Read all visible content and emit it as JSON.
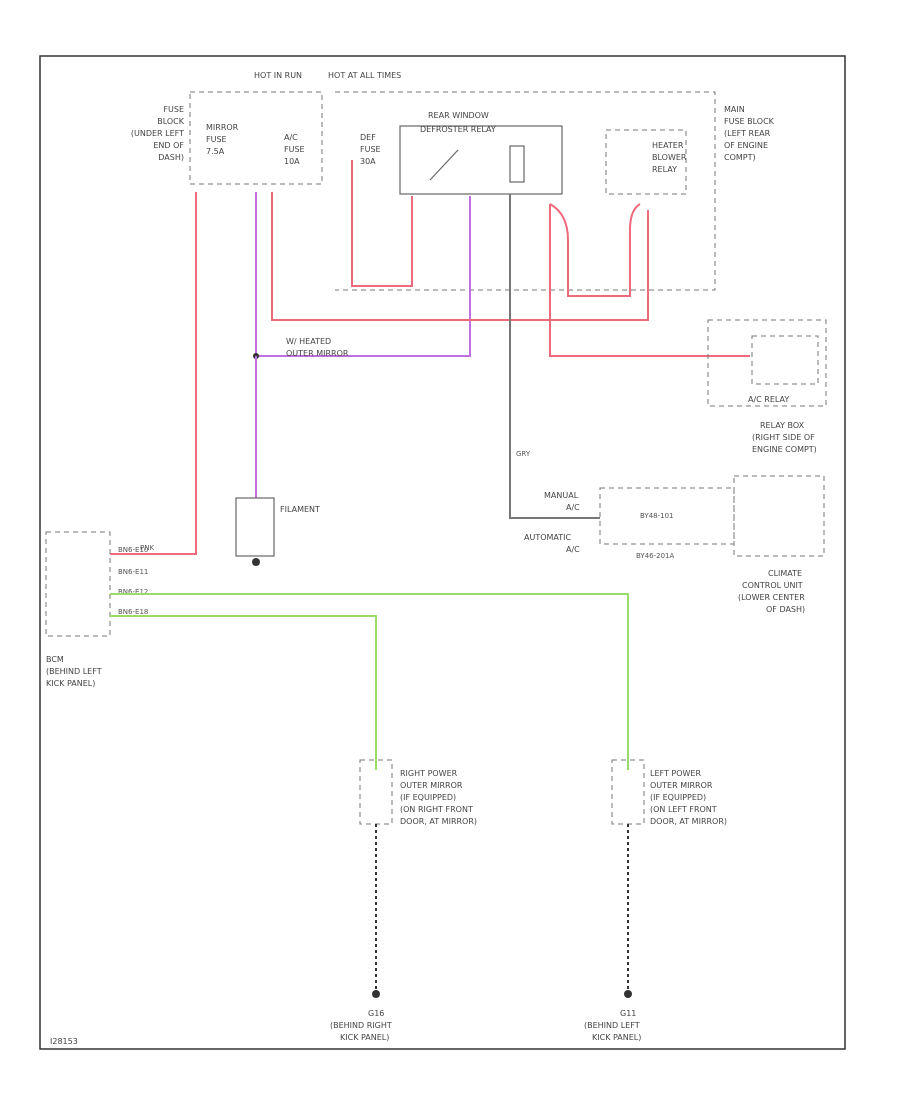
{
  "diagram": {
    "id": "I28153",
    "hot_in_run": "HOT IN RUN",
    "hot_at_all_times": "HOT AT ALL TIMES",
    "fuse_block": "FUSE BLOCK (UNDER LEFT END OF DASH)",
    "fuse_block_lines": [
      "FUSE",
      "BLOCK",
      "(UNDER LEFT",
      "END OF",
      "DASH)"
    ],
    "mirror_fuse": [
      "MIRROR",
      "FUSE",
      "7.5A"
    ],
    "ac_fuse": [
      "A/C",
      "FUSE",
      "10A"
    ],
    "def_fuse": [
      "DEF",
      "FUSE",
      "30A"
    ],
    "rear_window_relay": [
      "REAR WINDOW",
      "DEFROSTER RELAY"
    ],
    "heater_blower_relay": [
      "HEATER",
      "BLOWER",
      "RELAY"
    ],
    "main_fuse_block": [
      "MAIN",
      "FUSE BLOCK",
      "(LEFT REAR",
      "OF ENGINE",
      "COMPT)"
    ],
    "heated_outer_mirror": [
      "W/ HEATED",
      "OUTER MIRROR"
    ],
    "ac_relay": "A/C RELAY",
    "relay_box": [
      "RELAY BOX",
      "(RIGHT SIDE OF",
      "ENGINE COMPT)"
    ],
    "filament": "FILAMENT",
    "manual_ac": [
      "MANUAL",
      "A/C"
    ],
    "automatic_ac": [
      "AUTOMATIC",
      "A/C"
    ],
    "climate_control_unit": [
      "CLIMATE",
      "CONTROL UNIT",
      "(LOWER CENTER",
      "OF DASH)"
    ],
    "bcm": [
      "BCM",
      "(BEHIND LEFT",
      "KICK PANEL)"
    ],
    "bcm_pins": [
      "BN6-E10",
      "BN6-E11",
      "BN6-E12",
      "BN6-E18"
    ],
    "connector_ids": [
      "BY48-101",
      "BY46-201A"
    ],
    "right_mirror": [
      "RIGHT POWER",
      "OUTER MIRROR",
      "(IF EQUIPPED)",
      "(ON RIGHT FRONT",
      "DOOR, AT MIRROR)"
    ],
    "left_mirror": [
      "LEFT POWER",
      "OUTER MIRROR",
      "(IF EQUIPPED)",
      "(ON LEFT FRONT",
      "DOOR, AT MIRROR)"
    ],
    "ground_right": [
      "G16",
      "(BEHIND RIGHT",
      "KICK PANEL)"
    ],
    "ground_left": [
      "G11",
      "(BEHIND LEFT",
      "KICK PANEL)"
    ],
    "wire_colors": {
      "red": "#f06a7e",
      "purple": "#c070e0",
      "gray": "#777777",
      "green": "#9adc6a",
      "black": "#333333"
    }
  }
}
